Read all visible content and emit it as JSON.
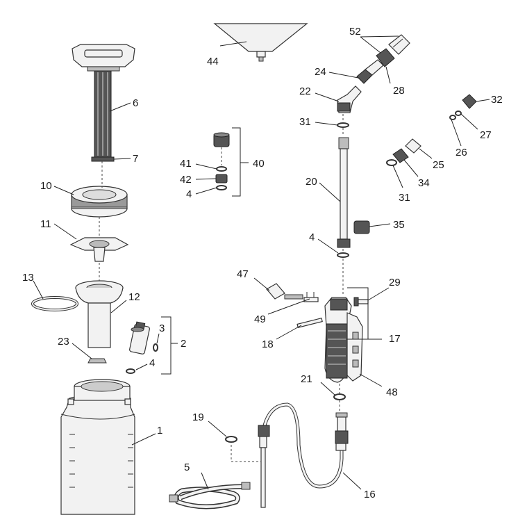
{
  "labels": {
    "l1": "1",
    "l2": "2",
    "l3": "3",
    "l4a": "4",
    "l4b": "4",
    "l4c": "4",
    "l5": "5",
    "l6": "6",
    "l7": "7",
    "l10": "10",
    "l11": "11",
    "l12": "12",
    "l13": "13",
    "l16": "16",
    "l17": "17",
    "l18": "18",
    "l19": "19",
    "l20": "20",
    "l21": "21",
    "l22": "22",
    "l23": "23",
    "l24": "24",
    "l25": "25",
    "l26": "26",
    "l27": "27",
    "l28": "28",
    "l29": "29",
    "l31a": "31",
    "l31b": "31",
    "l32": "32",
    "l34": "34",
    "l35": "35",
    "l40": "40",
    "l41": "41",
    "l42": "42",
    "l44": "44",
    "l47": "47",
    "l48": "48",
    "l49": "49",
    "l52": "52"
  }
}
